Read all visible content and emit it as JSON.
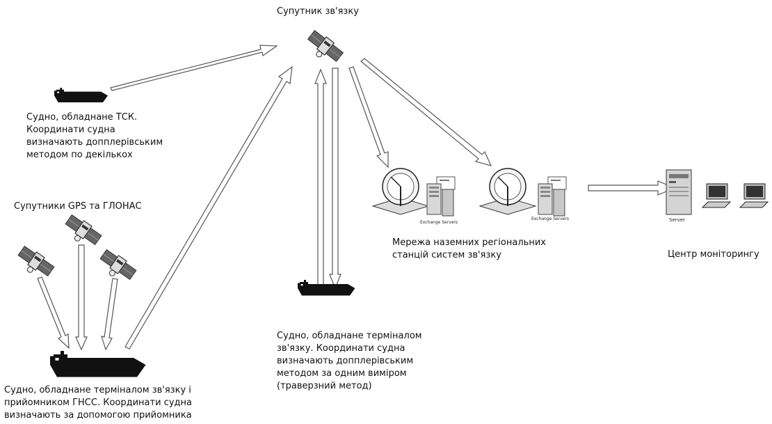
{
  "labels": {
    "comm_satellite": "Супутник зв'язку",
    "ship_tsk": "Судно, обладнане ТСК.\nКоординати судна\nвизначають допплерівським\nметодом по декількох",
    "gnss_satellites": "Супутники GPS та ГЛОНАС",
    "ship_gnss": "Судно, обладнане терміналом зв'язку і\nприйомником ГНСС. Координати судна\nвизначають за допомогою прийомника",
    "ship_traverse": "Судно, обладнане терміналом\nзв'язку. Координати судна\nвизначають допплерівським\nметодом за одним виміром\n(траверзний метод)",
    "ground_network": "Мережа наземних регіональних\nстанцій систем зв'язку",
    "monitoring_center": "Центр моніторингу",
    "exchange_server_1": "Exchange Servers",
    "exchange_server_2": "Exchange Servers",
    "server": "Server"
  },
  "icons": [
    "communication-satellite-icon",
    "gnss-satellite-icon",
    "ship-icon",
    "satellite-dish-icon",
    "exchange-server-icon",
    "server-tower-icon",
    "workstation-computer-icon"
  ],
  "colors": {
    "ship": "#111111",
    "arrow_stroke": "#555555",
    "arrow_fill": "#ffffff"
  }
}
